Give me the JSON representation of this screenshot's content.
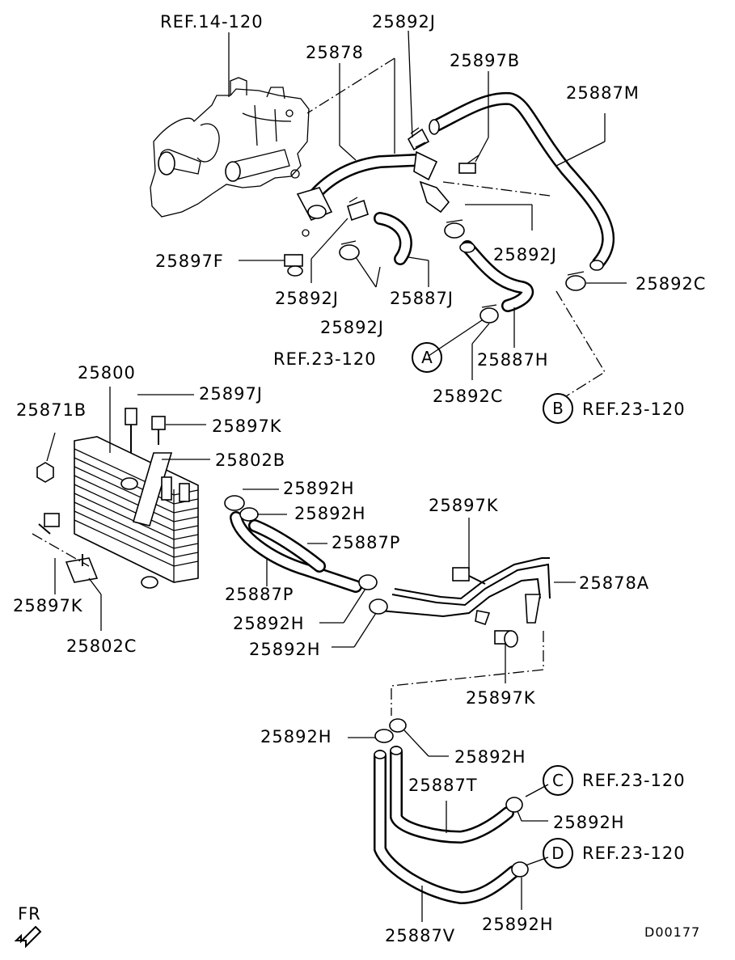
{
  "labels": {
    "ref_14_120": "REF.14-120",
    "p25878": "25878",
    "p25892J_top": "25892J",
    "p25897B": "25897B",
    "p25887M": "25887M",
    "p25897F": "25897F",
    "p25892J_right": "25892J",
    "p25892J_mid": "25892J",
    "p25887J": "25887J",
    "p25892J_low": "25892J",
    "p25892C_right": "25892C",
    "ref_23_120_a": "REF.23-120",
    "p25887H": "25887H",
    "p25892C_low": "25892C",
    "ref_23_120_b": "REF.23-120",
    "p25800": "25800",
    "p25897J": "25897J",
    "p25871B": "25871B",
    "p25897K_top": "25897K",
    "p25802B": "25802B",
    "p25892H_1": "25892H",
    "p25892H_2": "25892H",
    "p25887P_right": "25887P",
    "p25897K_mid": "25897K",
    "p25878A": "25878A",
    "p25897K_left": "25897K",
    "p25887P_left": "25887P",
    "p25892H_3": "25892H",
    "p25802C": "25802C",
    "p25892H_4": "25892H",
    "p25897K_low": "25897K",
    "p25892H_5": "25892H",
    "p25892H_6": "25892H",
    "ref_23_120_c": "REF.23-120",
    "p25887T": "25887T",
    "p25892H_7": "25892H",
    "ref_23_120_d": "REF.23-120",
    "p25892H_8": "25892H",
    "p25887V": "25887V",
    "fr": "FR",
    "drawing_code": "D00177"
  },
  "circles": {
    "a": "A",
    "b": "B",
    "c": "C",
    "d": "D"
  }
}
